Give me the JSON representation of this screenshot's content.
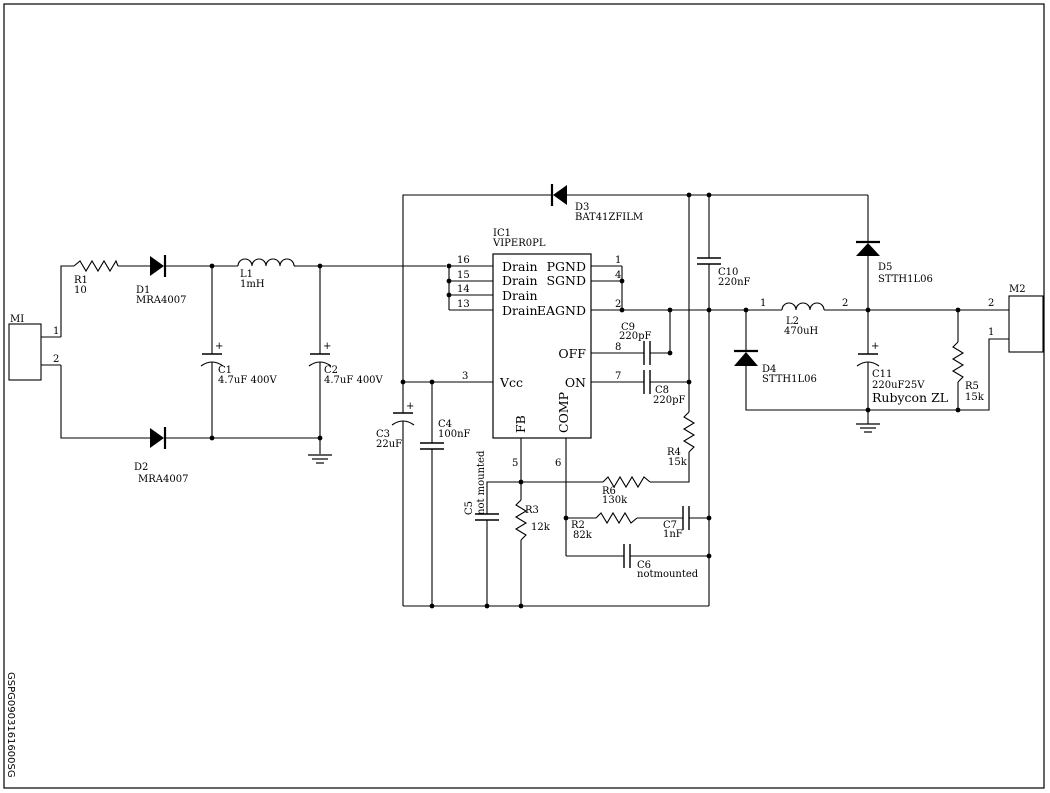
{
  "ic": {
    "ref": "IC1",
    "part": "VIPER0PL",
    "pins": {
      "drain16": "Drain",
      "drain15": "Drain",
      "drain14": "Drain",
      "drain13": "Drain",
      "pgnd": "PGND",
      "sgnd": "SGND",
      "eagnd": "EAGND",
      "off": "OFF",
      "on": "ON",
      "vcc": "Vcc",
      "fb": "FB",
      "comp": "COMP"
    },
    "pin_numbers": {
      "p16": "16",
      "p15": "15",
      "p14": "14",
      "p13": "13",
      "p1": "1",
      "p4": "4",
      "p2": "2",
      "p8": "8",
      "p7": "7",
      "p3": "3",
      "p5": "5",
      "p6": "6"
    }
  },
  "connectors": {
    "m1": {
      "ref": "MI",
      "pin1": "1",
      "pin2": "2"
    },
    "m2": {
      "ref": "M2",
      "pin1": "1",
      "pin2": "2"
    }
  },
  "components": {
    "r1": {
      "ref": "R1",
      "value": "10"
    },
    "d1": {
      "ref": "D1",
      "value": "MRA4007"
    },
    "d2": {
      "ref": "D2",
      "value": "MRA4007"
    },
    "l1": {
      "ref": "L1",
      "value": "1mH"
    },
    "c1": {
      "ref": "C1",
      "value": "4.7uF 400V"
    },
    "c2": {
      "ref": "C2",
      "value": "4.7uF 400V"
    },
    "d3": {
      "ref": "D3",
      "value": "BAT41ZFILM"
    },
    "c3": {
      "ref": "C3",
      "value": "22uF"
    },
    "c4": {
      "ref": "C4",
      "value": "100nF"
    },
    "c5": {
      "ref": "C5",
      "value": "not mounted"
    },
    "r3": {
      "ref": "R3",
      "value": "12k"
    },
    "r6": {
      "ref": "R6",
      "value": "130k"
    },
    "r2": {
      "ref": "R2",
      "value": "82k"
    },
    "c7": {
      "ref": "C7",
      "value": "1nF"
    },
    "c6": {
      "ref": "C6",
      "value": "notmounted"
    },
    "c9": {
      "ref": "C9",
      "value": "220pF"
    },
    "c8": {
      "ref": "C8",
      "value": "220pF"
    },
    "c10": {
      "ref": "C10",
      "value": "220nF"
    },
    "r4": {
      "ref": "R4",
      "value": "15k"
    },
    "l2": {
      "ref": "L2",
      "value": "470uH",
      "pin1": "1",
      "pin2": "2"
    },
    "d4": {
      "ref": "D4",
      "value": "STTH1L06"
    },
    "d5": {
      "ref": "D5",
      "value": "STTH1L06"
    },
    "c11": {
      "ref": "C11",
      "value": "220uF25V",
      "note": "Rubycon ZL"
    },
    "r5": {
      "ref": "R5",
      "value": "15k"
    }
  },
  "polarity": {
    "plus": "+"
  },
  "side_label": "GSPG0903161600SG"
}
